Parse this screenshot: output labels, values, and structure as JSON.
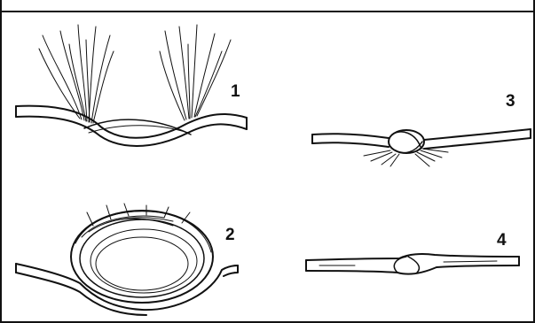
{
  "figure": {
    "step_labels": [
      "1",
      "2",
      "3",
      "4"
    ],
    "ink_color": "#111111",
    "paper_color": "#ffffff"
  }
}
